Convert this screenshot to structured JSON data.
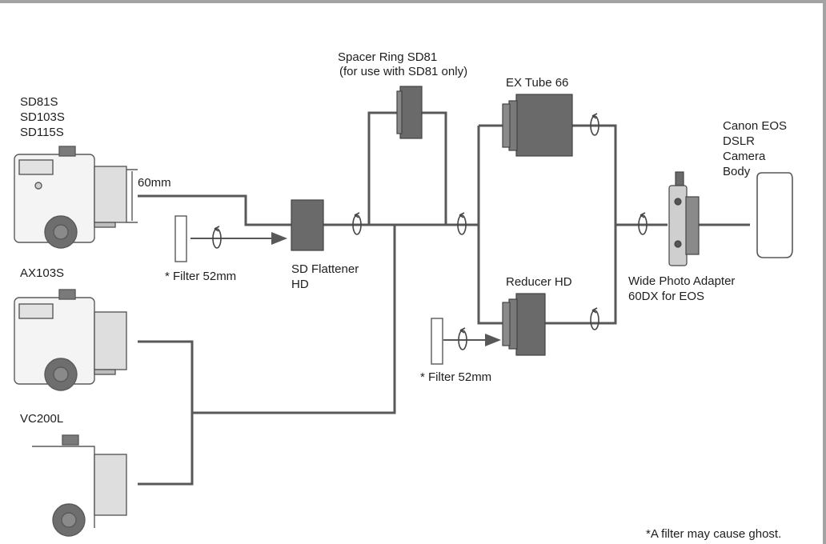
{
  "scopes": {
    "group1": [
      "SD81S",
      "SD103S",
      "SD115S"
    ],
    "group2": "AX103S",
    "group3": "VC200L"
  },
  "dimension": "60mm",
  "components": {
    "filter_left": "* Filter 52mm",
    "flattener": [
      "SD Flattener",
      "HD"
    ],
    "spacer_ring": [
      "Spacer Ring SD81",
      "(for use with SD81 only)"
    ],
    "ex_tube": "EX Tube 66",
    "reducer": "Reducer HD",
    "filter_lower": "* Filter 52mm",
    "adapter": [
      "Wide Photo Adapter",
      "60DX for EOS"
    ],
    "camera": [
      "Canon EOS",
      "DSLR",
      "Camera",
      "Body"
    ]
  },
  "footnote": "*A filter may cause ghost.",
  "colors": {
    "line": "#585858",
    "part_dark": "#6a6a6a",
    "part_light": "#d9d9d9",
    "frame": "#a3a3a3"
  }
}
